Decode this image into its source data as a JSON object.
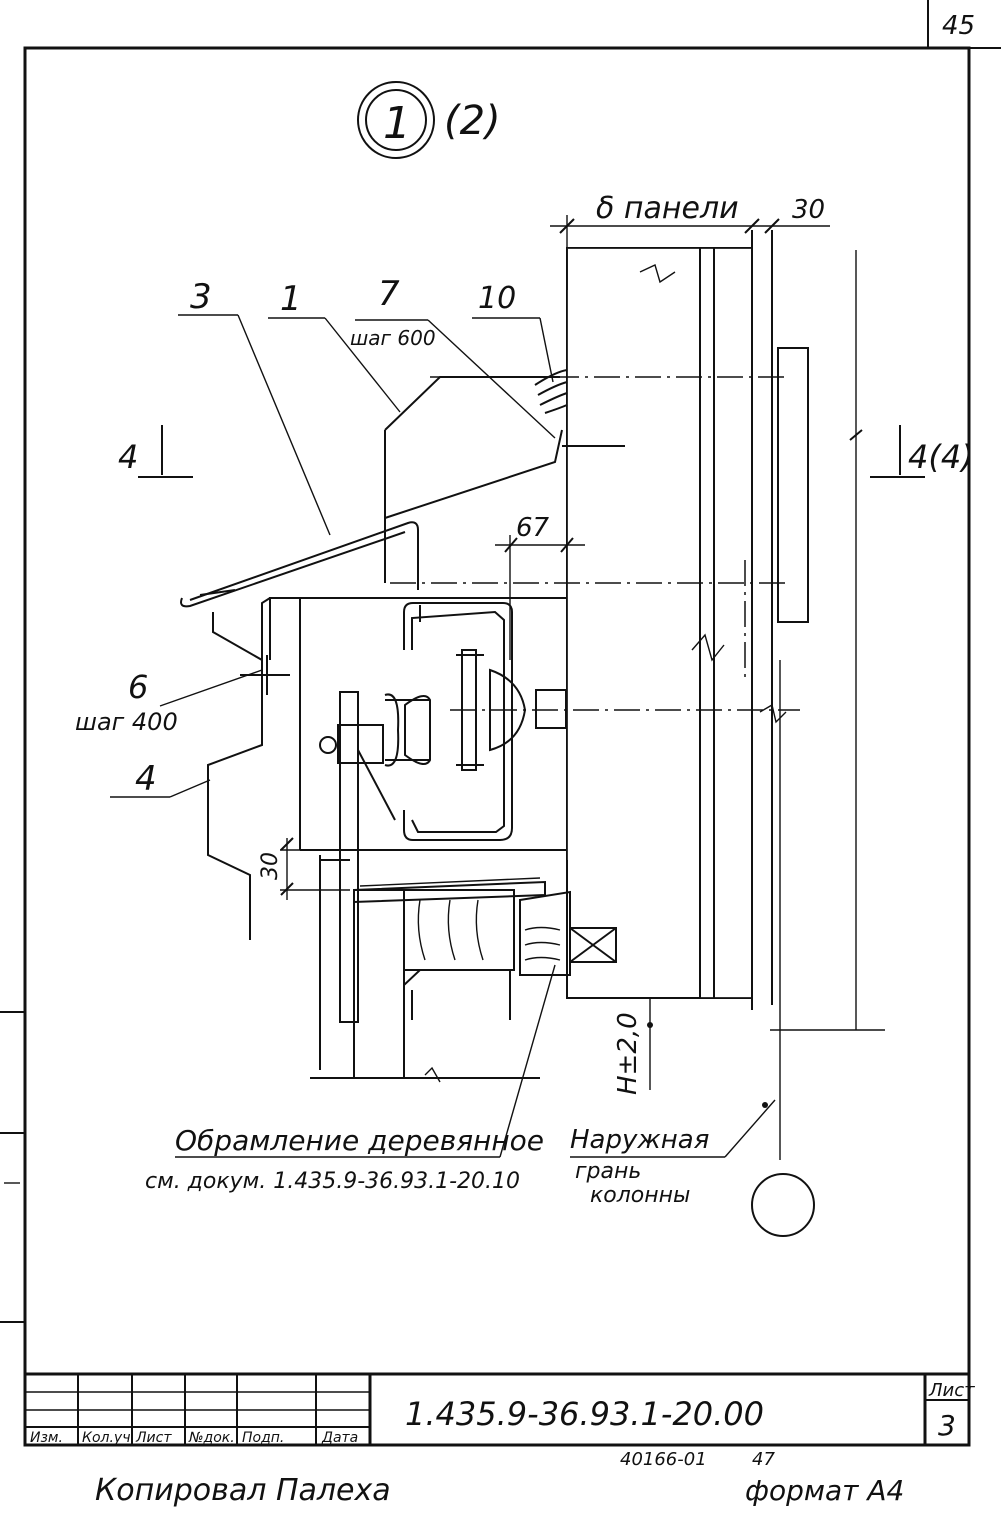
{
  "sheet_corner_number": "45",
  "view_id": "1",
  "view_alt": "(2)",
  "dimensions": {
    "panel_width": "δ панели",
    "gap_30": "30",
    "dim_67": "67",
    "dim_30_vertical": "30",
    "elevation": "H±2,0"
  },
  "callouts": {
    "c1": "1",
    "c3": "3",
    "c4": "4",
    "c6": "6",
    "c6_step": "шаг 400",
    "c7": "7",
    "c7_step": "шаг 600",
    "c10": "10"
  },
  "section_marks": {
    "left": "4",
    "right": "4(4)"
  },
  "notes": {
    "frame_line1": "Обрамление деревянное",
    "frame_line2": "см. докум. 1.435.9-36.93.1-20.10",
    "column_line1": "Наружная",
    "column_line2": "грань",
    "column_line3": "колонны"
  },
  "title_block": {
    "headers": [
      "Изм.",
      "Кол.уч",
      "Лист",
      "№док.",
      "Подп.",
      "Дата"
    ],
    "document_code": "1.435.9-36.93.1-20.00",
    "sheet_label": "Лист",
    "sheet_number": "3"
  },
  "footer": {
    "copied_by": "Копировал Палеха",
    "archive_number": "40166-01",
    "archive_sheet": "47",
    "format": "формат А4"
  }
}
